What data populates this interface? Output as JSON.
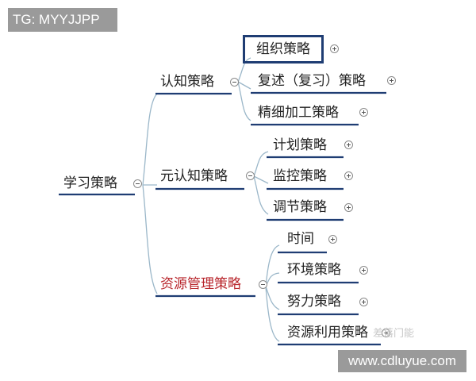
{
  "watermark_top": "TG: MYYJJPP",
  "watermark_bottom": "www.cdluyue.com",
  "faint_overlay": "差落门能",
  "root": {
    "label": "学习策略"
  },
  "branches": [
    {
      "label": "认知策略",
      "children": [
        {
          "label": "组织策略"
        },
        {
          "label": "复述（复习）策略"
        },
        {
          "label": "精细加工策略"
        }
      ]
    },
    {
      "label": "元认知策略",
      "children": [
        {
          "label": "计划策略"
        },
        {
          "label": "监控策略"
        },
        {
          "label": "调节策略"
        }
      ]
    },
    {
      "label": "资源管理策略",
      "children": [
        {
          "label": "时间"
        },
        {
          "label": "环境策略"
        },
        {
          "label": "努力策略"
        },
        {
          "label": "资源利用策略"
        }
      ]
    }
  ],
  "colors": {
    "line": "#1f3d73",
    "branch_highlight": "#b8262c",
    "connector": "#9bb7c9"
  }
}
